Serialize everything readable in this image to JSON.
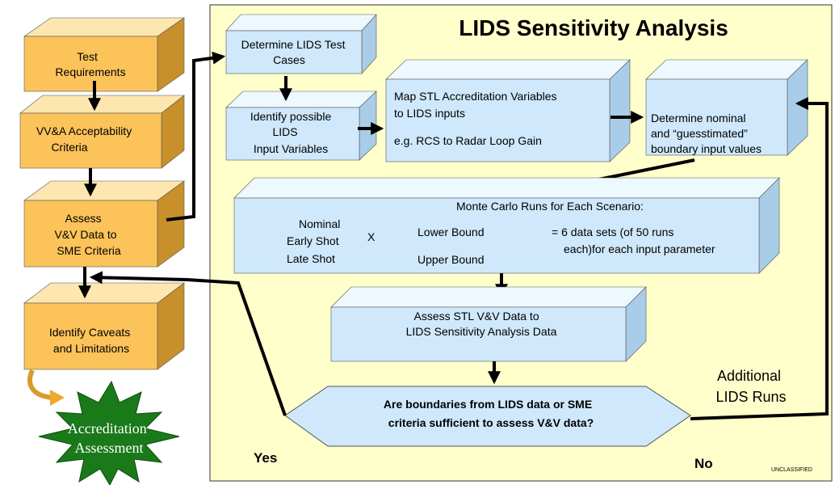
{
  "title": "LIDS Sensitivity Analysis",
  "colors": {
    "panel_bg": "#ffffcc",
    "orange_front": "#fbc35a",
    "orange_top": "#fde6b0",
    "orange_side": "#c8902a",
    "blue_front": "#cfe8fb",
    "blue_top": "#eef8ff",
    "blue_side": "#a9cde8",
    "star": "#1a7a1a"
  },
  "left_column": {
    "test_requirements": [
      "Test",
      "Requirements"
    ],
    "vva_criteria": [
      "VV&A  Acceptability",
      "Criteria"
    ],
    "assess_vv": [
      "Assess",
      "V&V Data to",
      "SME Criteria"
    ],
    "caveats": [
      "Identify Caveats",
      "and Limitations"
    ],
    "accreditation": [
      "Accreditation",
      "Assessment"
    ]
  },
  "boxes": {
    "determine_cases": [
      "Determine LIDS Test",
      "Cases"
    ],
    "identify_inputs": [
      "Identify possible",
      "LIDS",
      "Input Variables"
    ],
    "map_stl": [
      "Map STL Accreditation Variables",
      "to LIDS inputs",
      "e.g. RCS to Radar Loop Gain"
    ],
    "determine_nominal": [
      "Determine nominal",
      "and “guesstimated”",
      "boundary input values"
    ],
    "monte_carlo": {
      "heading": "Monte Carlo Runs for Each Scenario:",
      "cases": [
        "Nominal",
        "Early Shot",
        "Late Shot"
      ],
      "times": "X",
      "bounds": [
        "Lower Bound",
        "Upper Bound"
      ],
      "result": [
        "= 6 data sets (of 50 runs",
        "each)for each input parameter"
      ]
    },
    "assess_stl": [
      "Assess STL V&V Data to",
      "LIDS Sensitivity Analysis Data"
    ],
    "decision": [
      "Are boundaries from LIDS data or SME",
      "criteria sufficient to assess V&V data?"
    ]
  },
  "labels": {
    "yes": "Yes",
    "no": "No",
    "additional": [
      "Additional",
      "LIDS Runs"
    ],
    "classification": "UNCLASSIFIED"
  }
}
